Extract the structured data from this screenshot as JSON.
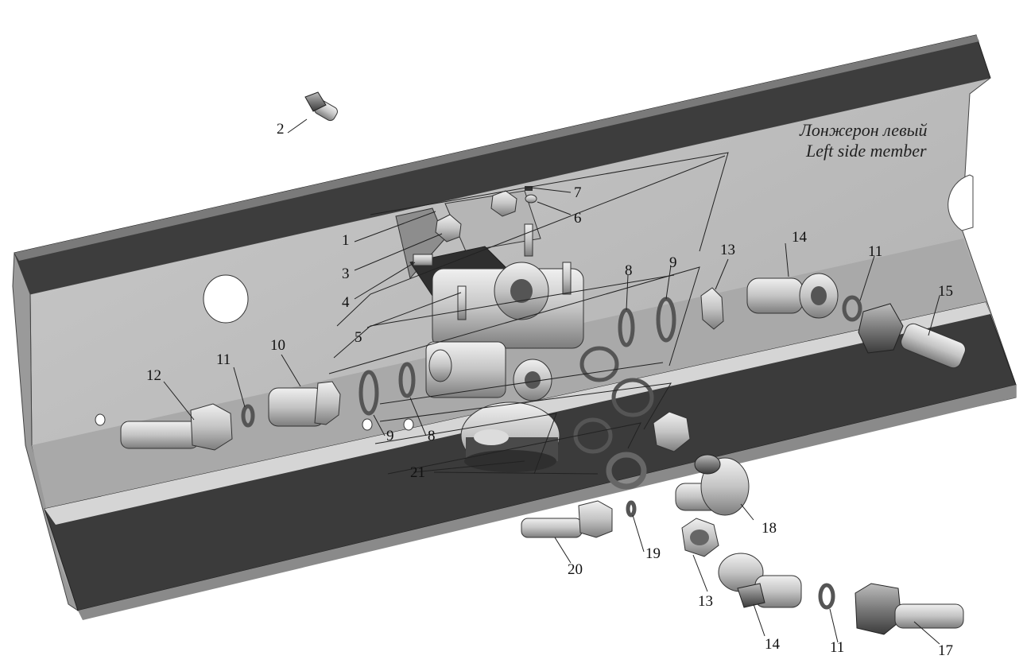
{
  "caption": {
    "line1": "Лонжерон левый",
    "line2": "Left side member"
  },
  "callouts": {
    "n1": "1",
    "n2": "2",
    "n3": "3",
    "n4": "4",
    "n5": "5",
    "n6": "6",
    "n7": "7",
    "n8a": "8",
    "n8b": "8",
    "n9a": "9",
    "n9b": "9",
    "n10": "10",
    "n11a": "11",
    "n11b": "11",
    "n11c": "11",
    "n12": "12",
    "n13a": "13",
    "n13b": "13",
    "n14a": "14",
    "n14b": "14",
    "n15": "15",
    "n17": "17",
    "n18": "18",
    "n19": "19",
    "n20": "20",
    "n21": "21"
  },
  "colors": {
    "background": "#ffffff",
    "rail_face": "#b9b9b9",
    "rail_flange": "#3f3f3f",
    "part_metal": "#c8c8c8"
  }
}
